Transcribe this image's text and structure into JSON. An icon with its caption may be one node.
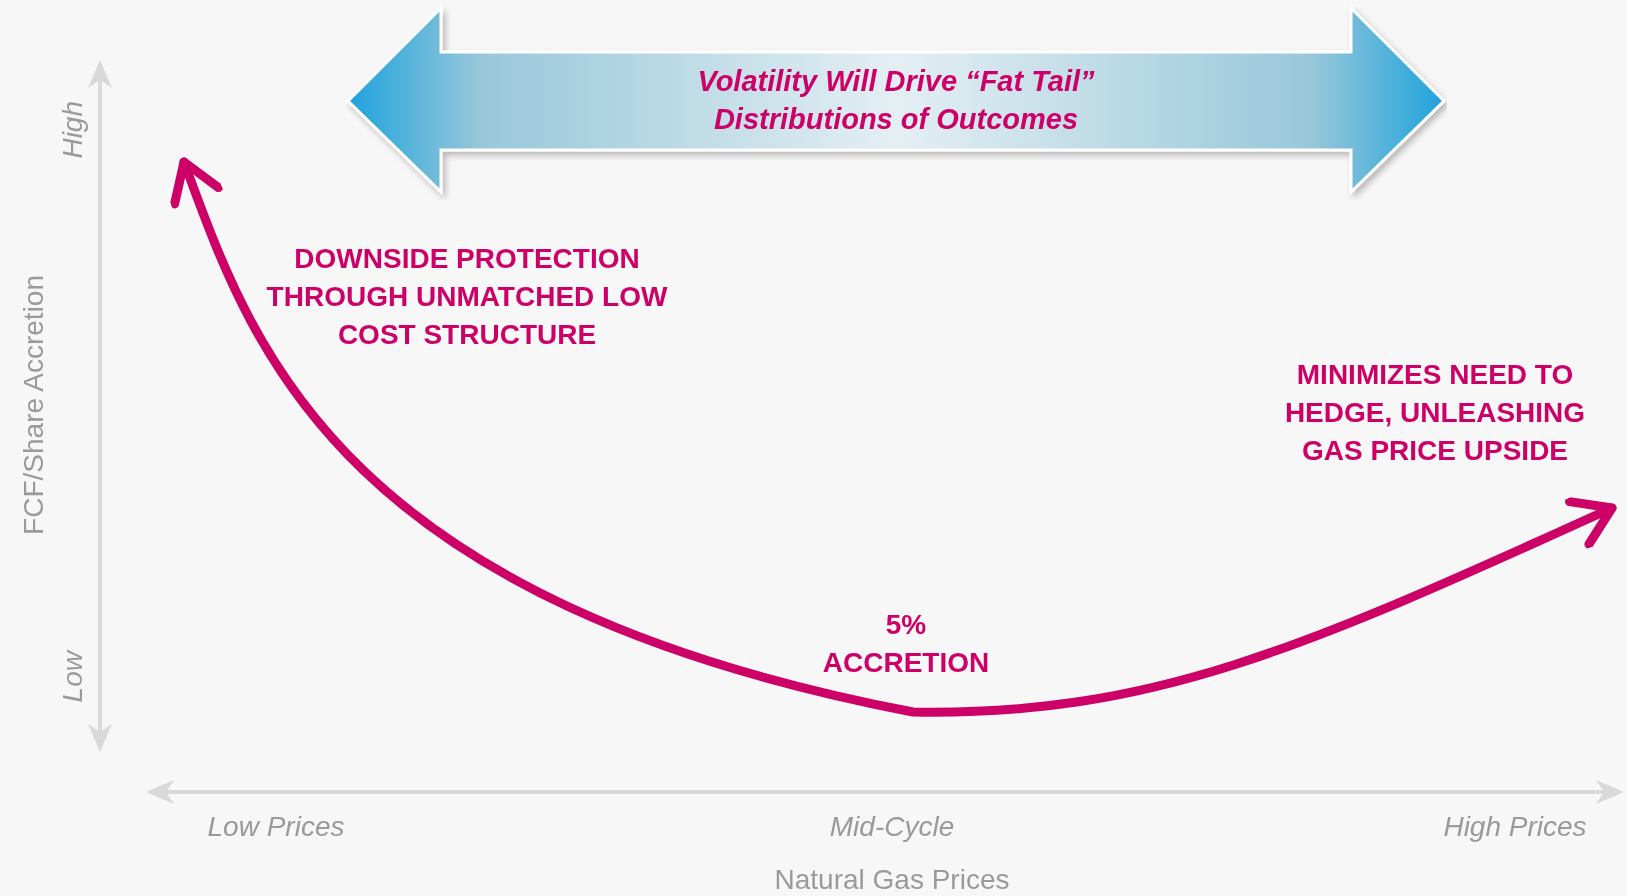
{
  "diagram": {
    "nodes": [
      {
        "text": [
          "Volatility Will Drive “Fat Tail” Distributions of Outcomes"
        ]
      }
    ],
    "labels": [
      "High",
      "FCF/Share Accretion",
      "DOWNSIDE PROTECTION THROUGH UNMATCHED LOW COST STRUCTURE",
      "MINIMIZES NEED TO HEDGE, UNLEASHING GAS PRICE UPSIDE",
      "5% ACCRETION",
      "Low",
      "Low Prices",
      "Mid-Cycle",
      "High Prices",
      "Natural Gas Prices"
    ]
  }
}
